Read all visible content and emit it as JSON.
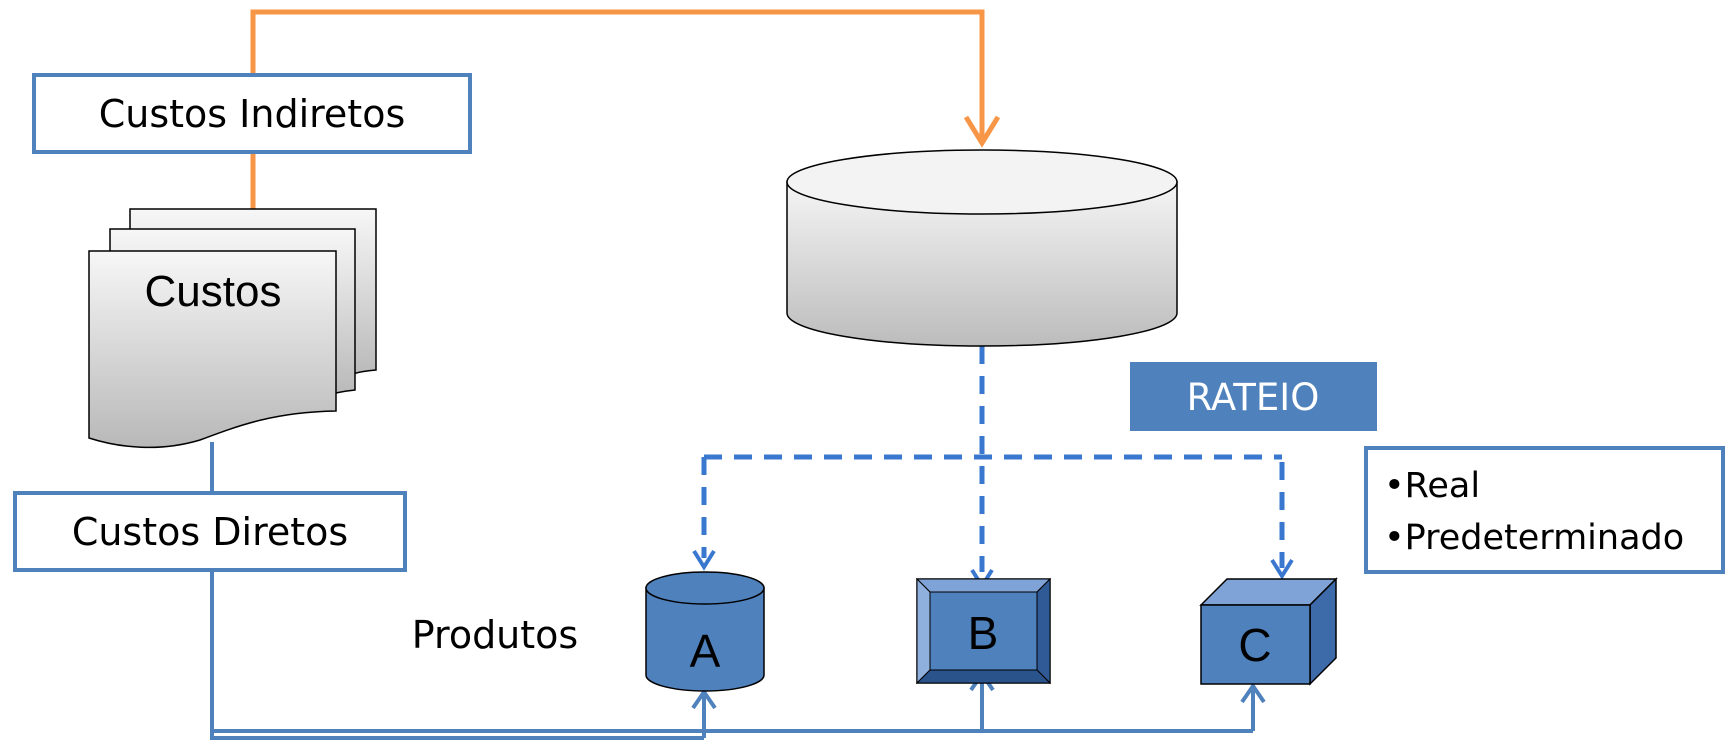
{
  "labels": {
    "custos_indiretos": "Custos Indiretos",
    "custos": "Custos",
    "custos_diretos": "Custos Diretos",
    "rateio": "RATEIO",
    "produtos": "Produtos",
    "product_a": "A",
    "product_b": "B",
    "product_c": "C"
  },
  "methods": [
    "•Real",
    "•Predeterminado"
  ],
  "colors": {
    "box_border": "#4f81bd",
    "orange_line": "#f79646",
    "blue_line": "#4f81bd",
    "dashed_line": "#3a78d0",
    "rateio_fill": "#4f81bd",
    "product_fill": "#4f81bd",
    "product_dark": "#3d6aa8"
  }
}
